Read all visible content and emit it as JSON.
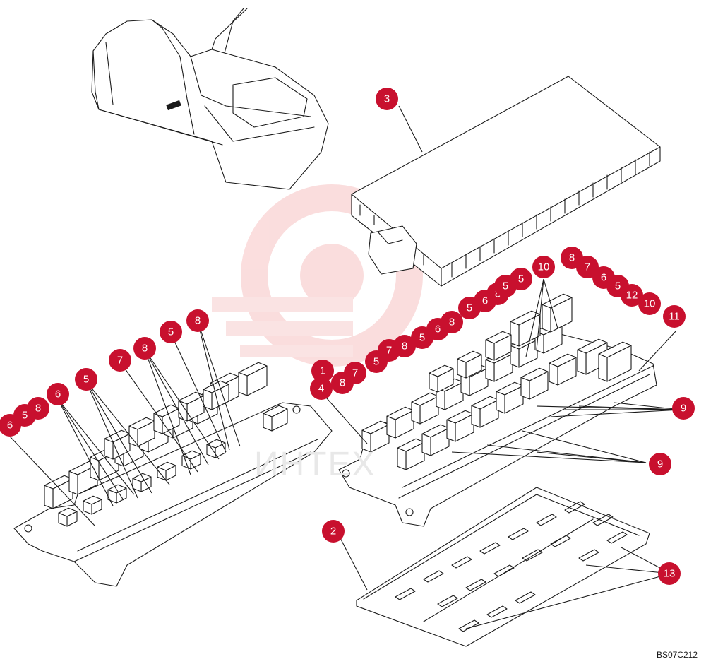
{
  "drawing_code": "BS07C212",
  "watermark_text": "ИНТЕХ",
  "colors": {
    "callout": "#c8102e",
    "callout_text": "#ffffff",
    "line": "#1a1a1a",
    "watermark": "#f3c7c7"
  },
  "callouts": [
    "1",
    "2",
    "3",
    "4",
    "5",
    "6",
    "7",
    "8",
    "9",
    "10",
    "11",
    "12",
    "13"
  ]
}
